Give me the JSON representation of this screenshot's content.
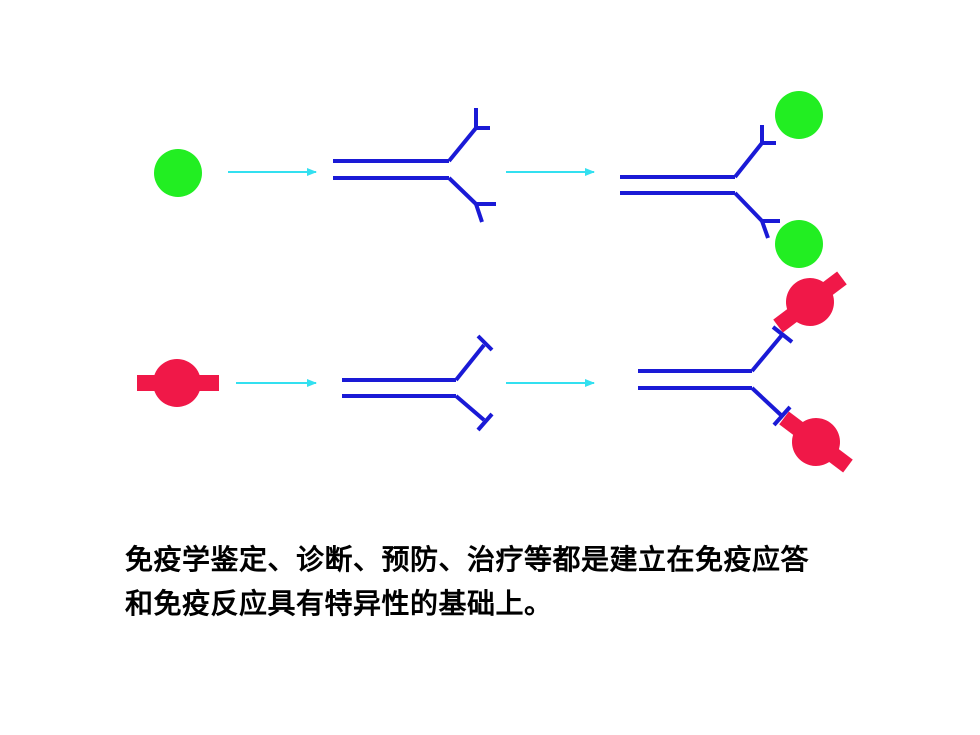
{
  "caption": {
    "line1": "免疫学鉴定、诊断、预防、治疗等都是建立在免疫应答",
    "line2": "和免疫反应具有特异性的基础上。"
  },
  "colors": {
    "antibody": "#1a1ad6",
    "arrow": "#33e0f0",
    "antigen_green": "#22ee22",
    "antigen_red": "#f01848",
    "background": "#ffffff",
    "text": "#000000"
  },
  "icons": {
    "antigen_a": "green-circle",
    "antigen_b": "red-circle-with-tabs",
    "antibody": "y-shaped-antibody",
    "arrow": "right-arrow"
  }
}
